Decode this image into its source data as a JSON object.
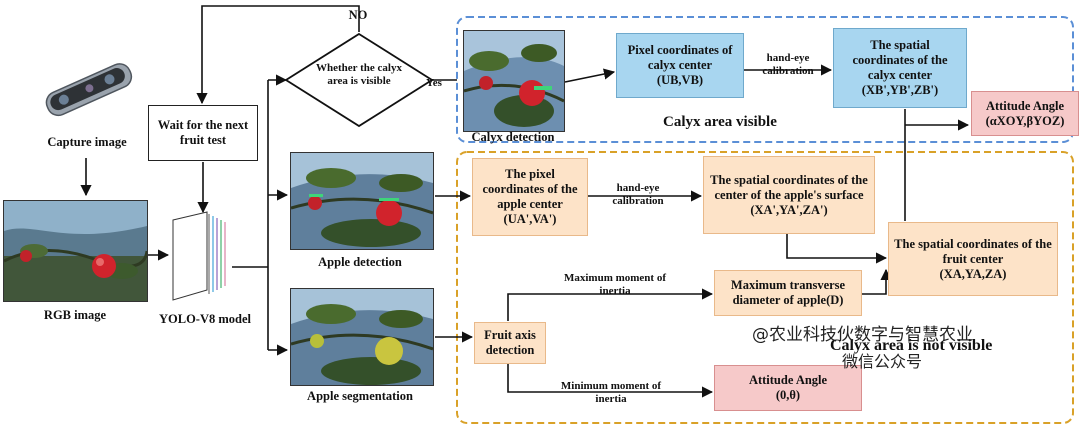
{
  "steps": {
    "capture": "Capture image",
    "rgb": "RGB image",
    "model": "YOLO-V8 model",
    "wait": "Wait for the next fruit test",
    "decision": "Whether the calyx area is visible",
    "no": "NO",
    "yes": "Yes",
    "calyx_detection": "Calyx detection",
    "apple_detection": "Apple detection",
    "apple_segmentation": "Apple segmentation"
  },
  "top_region": {
    "title": "Calyx area visible",
    "pixel_box": "Pixel coordinates of calyx center",
    "pixel_coords": "(UB,VB)",
    "hand_eye": "hand-eye calibration",
    "spatial_box": "The spatial coordinates of the calyx center",
    "spatial_coords": "(XB',YB',ZB')",
    "attitude_title": "Attitude Angle",
    "attitude_value": "(αXOY,βYOZ)"
  },
  "bottom_region": {
    "title": "Calyx area is not visible",
    "pixel_box": "The pixel coordinates of the apple center",
    "pixel_coords": "(UA',VA')",
    "hand_eye": "hand-eye calibration",
    "surface_box": "The spatial coordinates of the center of the apple's surface",
    "surface_coords": "(XA',YA',ZA')",
    "fruit_center_box": "The spatial coordinates of the fruit center",
    "fruit_center_coords": "(XA,YA,ZA)",
    "max_inertia": "Maximum moment of inertia",
    "diameter_box": "Maximum transverse diameter of apple(D)",
    "axis_box": "Fruit axis detection",
    "min_inertia": "Minimum moment of inertia",
    "attitude_title": "Attitude Angle",
    "attitude_value": "(0,θ)"
  },
  "watermark": {
    "line1": "@农业科技伙数字与智慧农业",
    "line2": "微信公众号"
  },
  "colors": {
    "blue_box": "#a8d6f0",
    "orange_box": "#fde3c8",
    "pink_box": "#f6c9c9",
    "blue_dash": "#5b8fd6",
    "orange_dash": "#d9a128"
  }
}
